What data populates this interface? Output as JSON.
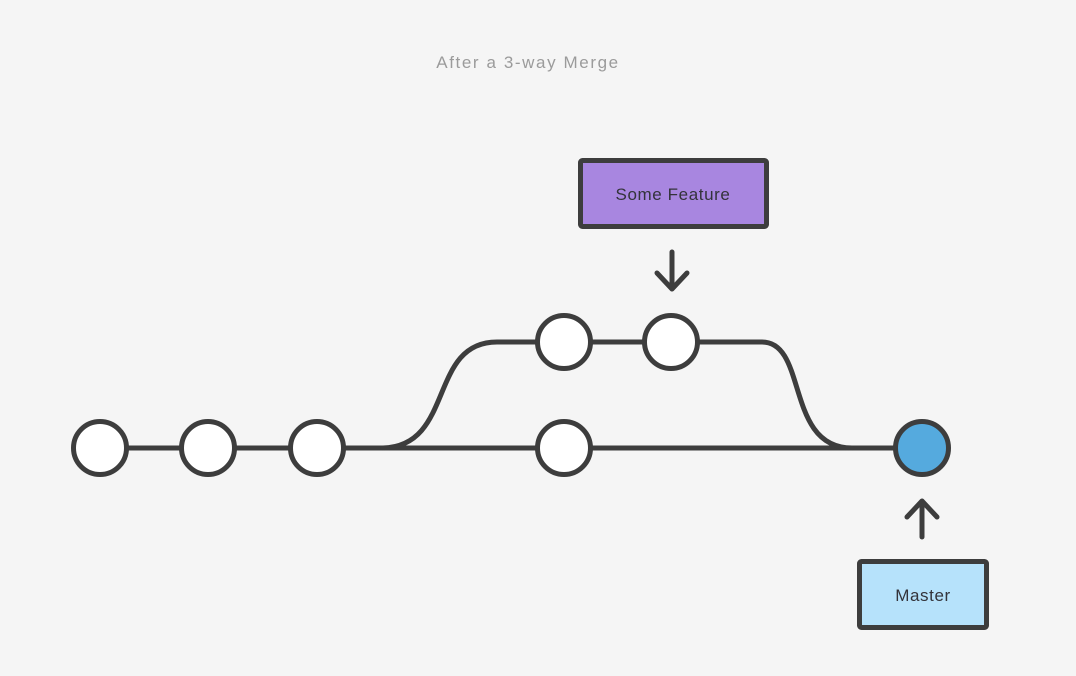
{
  "title": "After a 3-way Merge",
  "labels": {
    "feature_branch": "Some Feature",
    "master_branch": "Master"
  },
  "icons": {
    "down_arrow": "↓",
    "up_arrow": "↑"
  },
  "colors": {
    "background": "#f5f5f5",
    "stroke": "#3d3d3d",
    "commit_fill": "#ffffff",
    "merge_commit_fill": "#55aade",
    "feature_label_fill": "#a886e0",
    "master_label_fill": "#b6e2fb",
    "label_text": "#33333a",
    "title_text": "#9b9b9b"
  },
  "graph": {
    "type": "git-commit-graph",
    "branches": [
      {
        "name": "Master",
        "commit_count": 4,
        "has_merge_commit": true
      },
      {
        "name": "Some Feature",
        "commit_count": 2
      }
    ],
    "merge_commit": {
      "branch": "Master",
      "position": "tip",
      "highlighted": true
    }
  }
}
